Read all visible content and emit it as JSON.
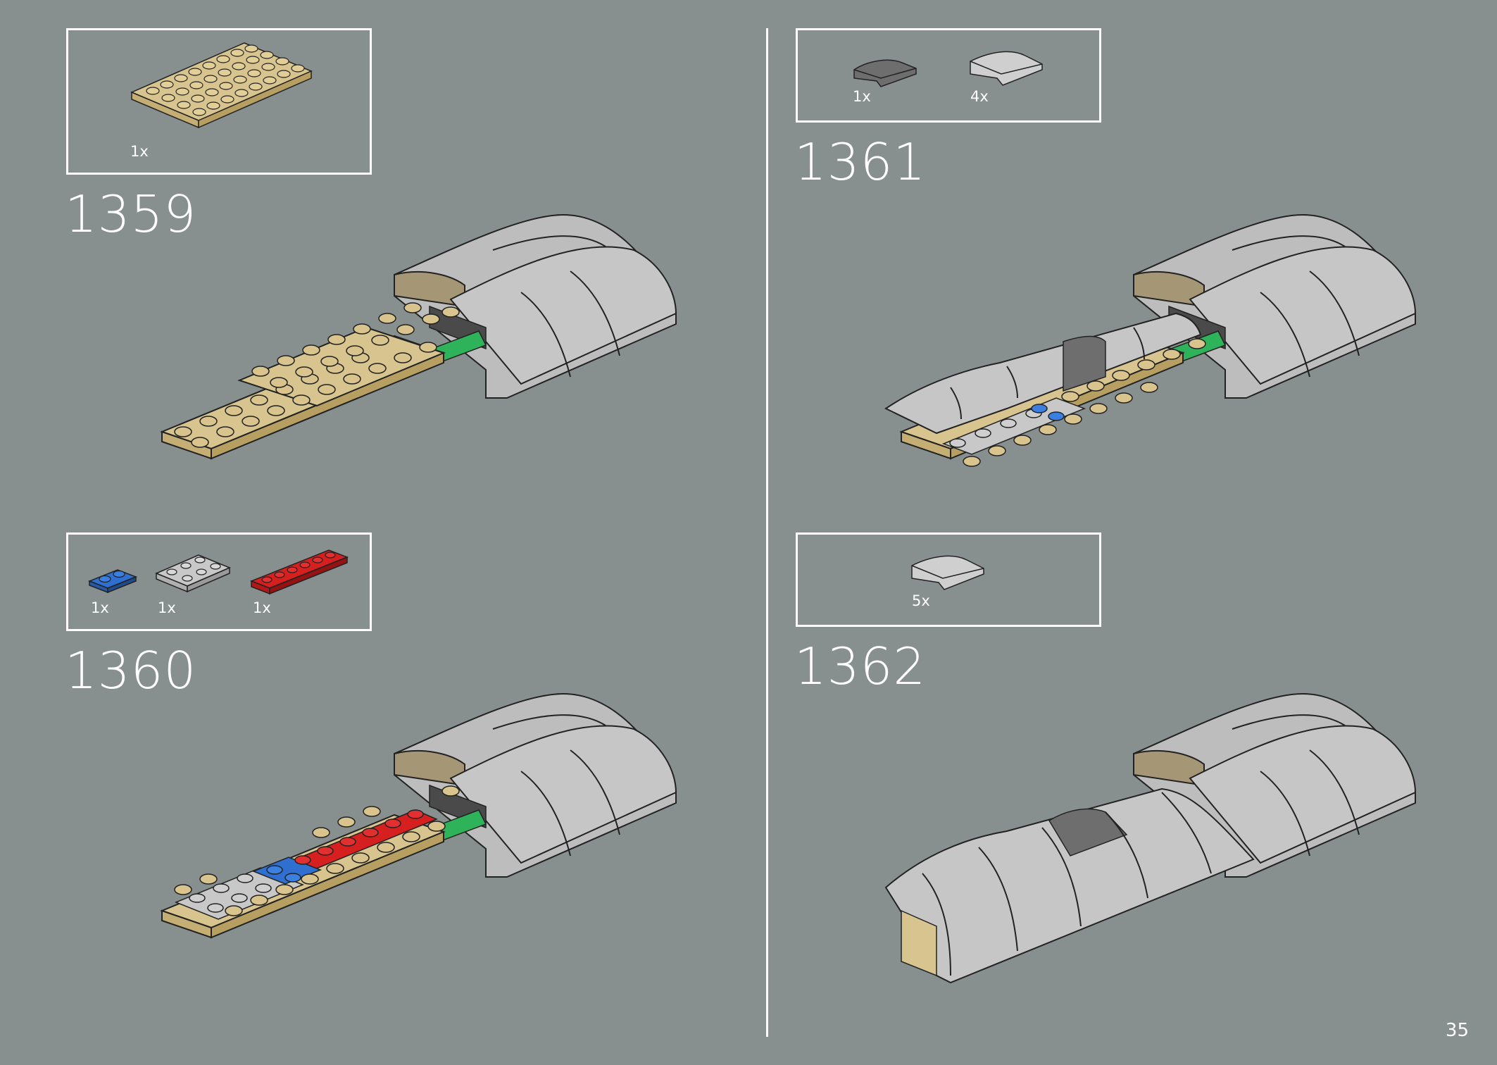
{
  "steps": [
    {
      "number": "1359",
      "parts": [
        {
          "name": "tan-plate-4x8",
          "color": "#d8c48e",
          "qty": "1x"
        }
      ]
    },
    {
      "number": "1360",
      "parts": [
        {
          "name": "blue-plate-1x2",
          "color": "#2f6fd0",
          "qty": "1x"
        },
        {
          "name": "light-gray-plate-2x3",
          "color": "#c8c8c8",
          "qty": "1x"
        },
        {
          "name": "red-plate-1x6",
          "color": "#d62020",
          "qty": "1x"
        }
      ]
    },
    {
      "number": "1361",
      "parts": [
        {
          "name": "dark-gray-curved-slope",
          "color": "#6e6e6e",
          "qty": "1x"
        },
        {
          "name": "light-gray-curved-slope",
          "color": "#cfcfcf",
          "qty": "4x"
        }
      ]
    },
    {
      "number": "1362",
      "parts": [
        {
          "name": "light-gray-curved-slope",
          "color": "#cfcfcf",
          "qty": "5x"
        }
      ]
    }
  ],
  "page_number": "35",
  "colors": {
    "background": "#87908f",
    "tan": "#d8c48e",
    "hull_gray": "#bdbdbd",
    "green": "#2fb35a"
  }
}
